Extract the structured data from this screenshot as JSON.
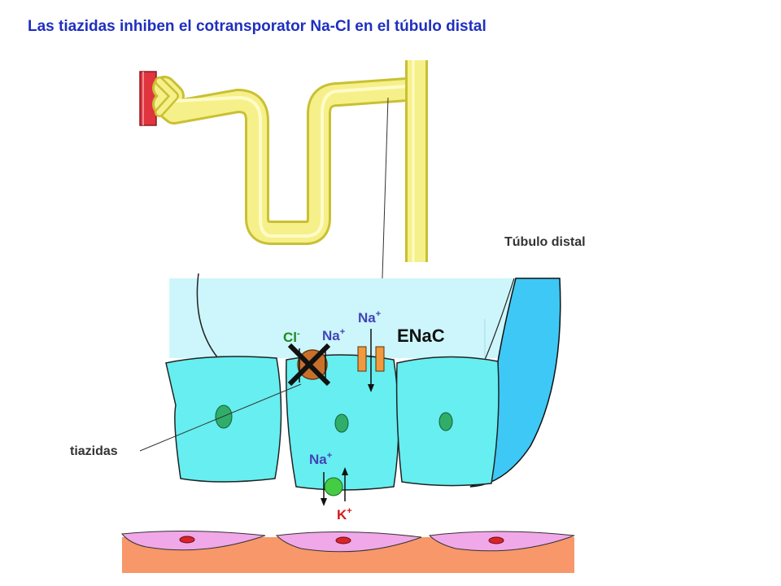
{
  "title": "Las tiazidas inhiben el cotransporator Na-Cl en el túbulo distal",
  "labels": {
    "tubulo_distal": "Túbulo distal",
    "tiazidas": "tiazidas",
    "enac": "ENaC"
  },
  "ions": {
    "na_lumen_top": "Na",
    "na_lumen_top_charge": "+",
    "na_cotransporter": "Na",
    "na_cotransporter_charge": "+",
    "cl": "Cl",
    "cl_charge": "-",
    "na_basal": "Na",
    "na_basal_charge": "+",
    "k_basal": "K",
    "k_basal_charge": "+"
  },
  "colors": {
    "title": "#1f2fbf",
    "tubule_fill": "#f6f08a",
    "tubule_outline": "#d8cf3a",
    "vessel_red": "#e0343e",
    "lumen": "#ccf6fb",
    "cell_fill": "#66eef0",
    "tubule_wall_blue": "#3ec8f5",
    "nucleus": "#2fae6a",
    "cotransporter": "#c8702a",
    "inhibition_x": "#111111",
    "enac_channel": "#f09a3e",
    "na_k_pump": "#44cc44",
    "interstitium": "#f7976a",
    "capillary_cell": "#f0a8e8",
    "capillary_nucleus": "#d9222a"
  }
}
